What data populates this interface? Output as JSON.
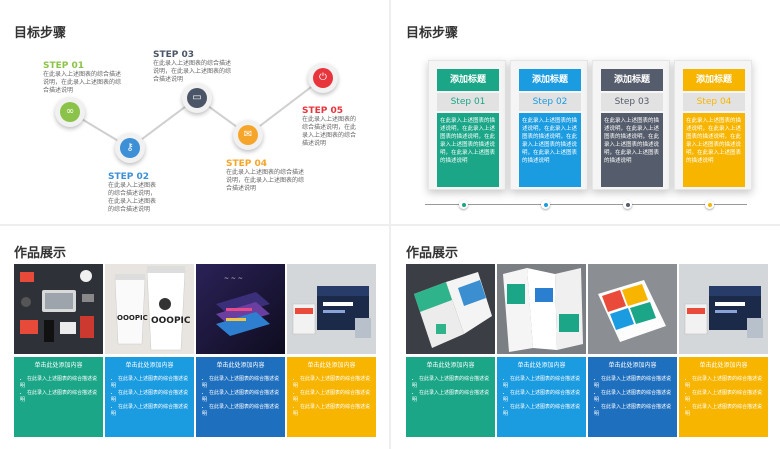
{
  "panel1": {
    "title": "目标步骤",
    "steps": [
      {
        "label": "STEP 01",
        "color": "#8bc34a",
        "icon": "link-icon",
        "glyph": "∞",
        "desc": "在此录入上述图表的综合描述说明，在此录入上述图表的综合描述说明"
      },
      {
        "label": "STEP 02",
        "color": "#3d8fd6",
        "icon": "key-icon",
        "glyph": "⚷",
        "desc": "在此录入上述图表的综合描述说明，在此录入上述图表的综合描述说明"
      },
      {
        "label": "STEP 03",
        "color": "#4a5567",
        "icon": "battery-icon",
        "glyph": "▭",
        "desc": "在此录入上述图表的综合描述说明，在此录入上述图表的综合描述说明"
      },
      {
        "label": "STEP 04",
        "color": "#f6a52b",
        "icon": "mail-icon",
        "glyph": "✉",
        "desc": "在此录入上述图表的综合描述说明，在此录入上述图表的综合描述说明"
      },
      {
        "label": "STEP 05",
        "color": "#e8343d",
        "icon": "power-icon",
        "glyph": "⏻",
        "desc": "在此录入上述图表的综合描述说明，在此录入上述图表的综合描述说明"
      }
    ]
  },
  "panel2": {
    "title": "目标步骤",
    "cards": [
      {
        "header": "添加标题",
        "step": "Step 01",
        "color": "#1aa687",
        "stepColor": "#1aa687",
        "text": "在此录入上述图表的描述说明，在此录入上述图表的描述说明，在此录入上述图表的描述说明，在此录入上述图表的描述说明"
      },
      {
        "header": "添加标题",
        "step": "Step 02",
        "color": "#1b9be0",
        "stepColor": "#1b9be0",
        "text": "在此录入上述图表的描述说明，在此录入上述图表的描述说明，在此录入上述图表的描述说明，在此录入上述图表的描述说明"
      },
      {
        "header": "添加标题",
        "step": "Step 03",
        "color": "#555c6b",
        "stepColor": "#555c6b",
        "text": "在此录入上述图表的描述说明，在此录入上述图表的描述说明，在此录入上述图表的描述说明，在此录入上述图表的描述说明"
      },
      {
        "header": "添加标题",
        "step": "Step 04",
        "color": "#f7b500",
        "stepColor": "#f7b500",
        "text": "在此录入上述图表的描述说明，在此录入上述图表的描述说明，在此录入上述图表的描述说明，在此录入上述图表的描述说明"
      }
    ]
  },
  "panel3": {
    "title": "作品展示",
    "items": [
      {
        "caption": "单击此处添加内容",
        "color": "#1aa687",
        "image": "desk-flatlay-image",
        "bullets": [
          "在此录入上述图表的综合描述说明",
          "在此录入上述图表的综合描述说明"
        ]
      },
      {
        "caption": "单击此处添加内容",
        "color": "#1b9be0",
        "image": "coffee-cups-image",
        "brand": "OOOPIC",
        "bullets": [
          "在此录入上述图表的综合描述说明",
          "在此录入上述图表的综合描述说明",
          "在此录入上述图表的综合描述说明"
        ]
      },
      {
        "caption": "单击此处添加内容",
        "color": "#1f6fbf",
        "image": "app-screens-image",
        "bullets": [
          "在此录入上述图表的综合描述说明",
          "在此录入上述图表的综合描述说明",
          "在此录入上述图表的综合描述说明"
        ]
      },
      {
        "caption": "单击此处添加内容",
        "color": "#f7b500",
        "image": "web-mockup-image",
        "bullets": [
          "在此录入上述图表的综合描述说明",
          "在此录入上述图表的综合描述说明",
          "在此录入上述图表的综合描述说明"
        ]
      }
    ]
  },
  "panel4": {
    "title": "作品展示",
    "items": [
      {
        "caption": "单击此处添加内容",
        "color": "#1aa687",
        "image": "brochure-image",
        "bullets": [
          "在此录入上述图表的综合描述说明",
          "在此录入上述图表的综合描述说明"
        ]
      },
      {
        "caption": "单击此处添加内容",
        "color": "#1b9be0",
        "image": "trifold-image",
        "bullets": [
          "在此录入上述图表的综合描述说明",
          "在此录入上述图表的综合描述说明",
          "在此录入上述图表的综合描述说明"
        ]
      },
      {
        "caption": "单击此处添加内容",
        "color": "#1f6fbf",
        "image": "flyer-image",
        "bullets": [
          "在此录入上述图表的综合描述说明",
          "在此录入上述图表的综合描述说明",
          "在此录入上述图表的综合描述说明"
        ]
      },
      {
        "caption": "单击此处添加内容",
        "color": "#f7b500",
        "image": "web-mockup-image",
        "bullets": [
          "在此录入上述图表的综合描述说明",
          "在此录入上述图表的综合描述说明",
          "在此录入上述图表的综合描述说明"
        ]
      }
    ]
  }
}
